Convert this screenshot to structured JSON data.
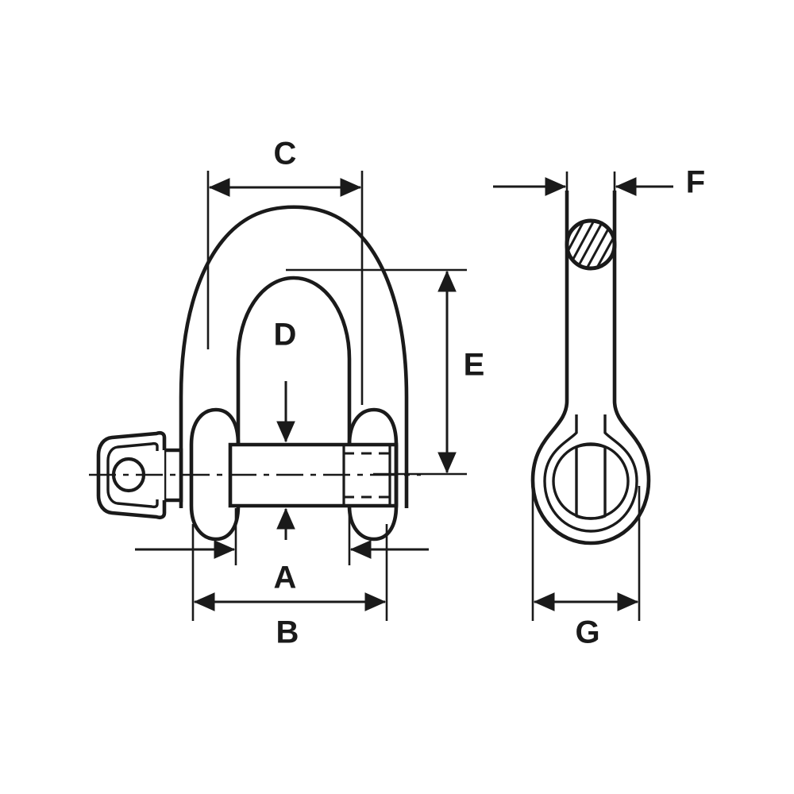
{
  "drawing": {
    "title": "Anchor Shackle Dimensional Drawing",
    "background_color": "#ffffff",
    "line_color": "#1a1a1a",
    "views": [
      {
        "name": "front-view",
        "description": "Bow / anchor shackle front elevation with screw pin"
      },
      {
        "name": "side-view",
        "description": "Shackle side elevation showing round bar cross-section and eye"
      }
    ]
  },
  "dimensions": {
    "a": {
      "label": "A",
      "meaning": "inside-jaw-width",
      "view": "front-view"
    },
    "b": {
      "label": "B",
      "meaning": "overall-outside-width",
      "view": "front-view"
    },
    "c": {
      "label": "C",
      "meaning": "inside-bow-width",
      "view": "front-view"
    },
    "d": {
      "label": "D",
      "meaning": "pin-diameter",
      "view": "front-view"
    },
    "e": {
      "label": "E",
      "meaning": "inside-bow-height",
      "view": "front-view"
    },
    "f": {
      "label": "F",
      "meaning": "body-bar-diameter",
      "view": "side-view"
    },
    "g": {
      "label": "G",
      "meaning": "eye-outside-width",
      "view": "side-view"
    }
  }
}
